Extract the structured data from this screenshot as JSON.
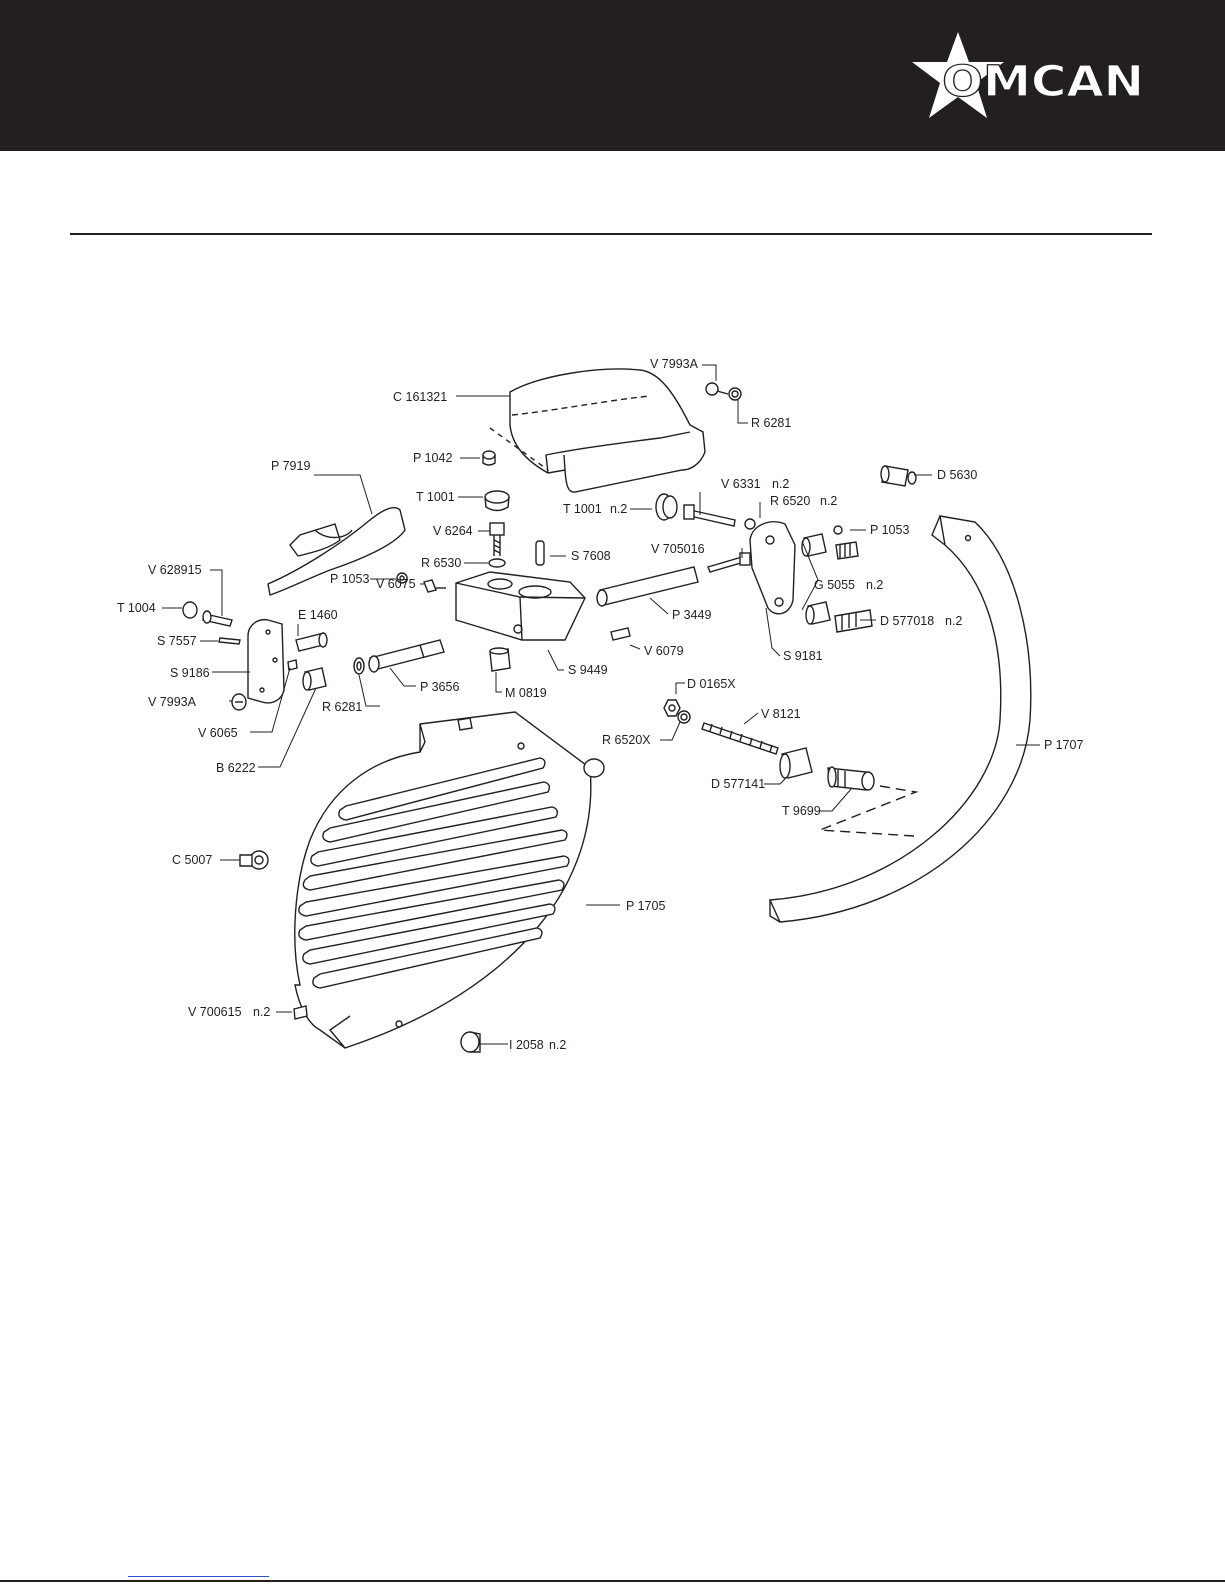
{
  "brand": {
    "name": "OMCAN",
    "header_color": "#231f20"
  },
  "parts": [
    {
      "code": "V 7993A",
      "qty": ""
    },
    {
      "code": "R 6281",
      "qty": ""
    },
    {
      "code": "C 161321",
      "qty": ""
    },
    {
      "code": "P 1042",
      "qty": ""
    },
    {
      "code": "D 5630",
      "qty": ""
    },
    {
      "code": "P 7919",
      "qty": ""
    },
    {
      "code": "T 1001",
      "qty": ""
    },
    {
      "code": "V 6331",
      "qty": "n.2"
    },
    {
      "code": "T 1001",
      "qty": "n.2"
    },
    {
      "code": "R 6520",
      "qty": "n.2"
    },
    {
      "code": "V 6264",
      "qty": ""
    },
    {
      "code": "P 1053",
      "qty": ""
    },
    {
      "code": "S 7608",
      "qty": ""
    },
    {
      "code": "V 705016",
      "qty": ""
    },
    {
      "code": "R 6530",
      "qty": ""
    },
    {
      "code": "V 628915",
      "qty": ""
    },
    {
      "code": "P 1053",
      "qty": ""
    },
    {
      "code": "G 5055",
      "qty": "n.2"
    },
    {
      "code": "V 6075",
      "qty": ""
    },
    {
      "code": "T 1004",
      "qty": ""
    },
    {
      "code": "E 1460",
      "qty": ""
    },
    {
      "code": "P 3449",
      "qty": ""
    },
    {
      "code": "D 577018",
      "qty": "n.2"
    },
    {
      "code": "S 7557",
      "qty": ""
    },
    {
      "code": "S 9181",
      "qty": ""
    },
    {
      "code": "V 6079",
      "qty": ""
    },
    {
      "code": "S 9186",
      "qty": ""
    },
    {
      "code": "S 9449",
      "qty": ""
    },
    {
      "code": "P 3656",
      "qty": ""
    },
    {
      "code": "V 7993A",
      "qty": ""
    },
    {
      "code": "M 0819",
      "qty": ""
    },
    {
      "code": "R 6281",
      "qty": ""
    },
    {
      "code": "D 0165X",
      "qty": ""
    },
    {
      "code": "V 6065",
      "qty": ""
    },
    {
      "code": "V 8121",
      "qty": ""
    },
    {
      "code": "R 6520X",
      "qty": ""
    },
    {
      "code": "P 1707",
      "qty": ""
    },
    {
      "code": "B 6222",
      "qty": ""
    },
    {
      "code": "D 577141",
      "qty": ""
    },
    {
      "code": "T 9699",
      "qty": ""
    },
    {
      "code": "C 5007",
      "qty": ""
    },
    {
      "code": "P 1705",
      "qty": ""
    },
    {
      "code": "V 700615",
      "qty": "n.2"
    },
    {
      "code": "I 2058",
      "qty": "n.2"
    }
  ]
}
